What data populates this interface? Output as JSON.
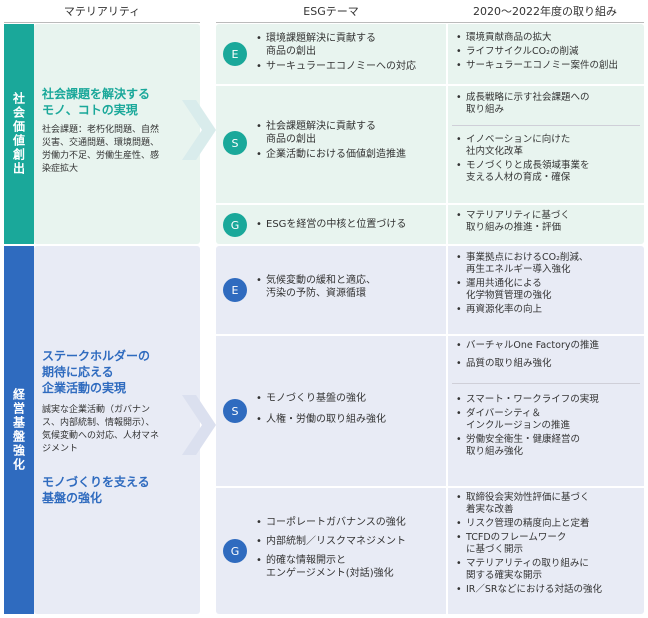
{
  "headers": {
    "materiality": "マテリアリティ",
    "theme": "ESGテーマ",
    "actions": "2020～2022年度の取り組み"
  },
  "colors": {
    "teal": "#1aa89a",
    "blue": "#2f6bbf",
    "panel_green": "#e8f4ef",
    "panel_blue": "#e8ebf5",
    "accent_green": "#1aa89a",
    "accent_blue": "#2f6bbf"
  },
  "sections": [
    {
      "sidebar": "社会価値創出",
      "materiality": {
        "title": "社会課題を解決する\nモノ、コトの実現",
        "body": "社会課題：老朽化問題、自然災害、交通問題、環境問題、労働力不足、労働生産性、感染症拡大"
      },
      "rows": [
        {
          "letter": "E",
          "themes": [
            "環境課題解決に貢献する\n商品の創出",
            "サーキュラーエコノミーへの対応"
          ],
          "action_groups": [
            [
              "環境貢献商品の拡大",
              "ライフサイクルCO₂の削減",
              "サーキュラーエコノミー案件の創出"
            ]
          ]
        },
        {
          "letter": "S",
          "themes": [
            "社会課題解決に貢献する\n商品の創出",
            "企業活動における価値創造推進"
          ],
          "action_groups": [
            [
              "成長戦略に示す社会課題への\n取り組み"
            ],
            [
              "イノベーションに向けた\n社内文化改革",
              "モノづくりと成長領域事業を\n支える人材の育成・確保"
            ]
          ]
        },
        {
          "letter": "G",
          "themes": [
            "ESGを経営の中核と位置づける"
          ],
          "action_groups": [
            [
              "マテリアリティに基づく\n取り組みの推進・評価"
            ]
          ]
        }
      ]
    },
    {
      "sidebar": "経営基盤強化",
      "materiality": {
        "title": "ステークホルダーの\n期待に応える\n企業活動の実現",
        "body": "誠実な企業活動（ガバナンス、内部統制、情報開示）、気候変動への対応、人材マネジメント",
        "title2": "モノづくりを支える\n基盤の強化"
      },
      "rows": [
        {
          "letter": "E",
          "themes": [
            "気候変動の緩和と適応、\n汚染の予防、資源循環"
          ],
          "action_groups": [
            [
              "事業拠点におけるCO₂削減、\n再生エネルギー導入強化",
              "運用共通化による\n化学物質管理の強化",
              "再資源化率の向上"
            ]
          ]
        },
        {
          "letter": "S",
          "themes": [
            "モノづくり基盤の強化",
            "人権・労働の取り組み強化"
          ],
          "action_groups": [
            [
              "バーチャルOne Factoryの推進",
              "品質の取り組み強化"
            ],
            [
              "スマート・ワークライフの実現",
              "ダイバーシティ＆\nインクルージョンの推進",
              "労働安全衛生・健康経営の\n取り組み強化"
            ]
          ]
        },
        {
          "letter": "G",
          "themes": [
            "コーポレートガバナンスの強化",
            "内部統制／リスクマネジメント",
            "的確な情報開示と\nエンゲージメント(対話)強化"
          ],
          "action_groups": [
            [
              "取締役会実効性評価に基づく\n着実な改善",
              "リスク管理の精度向上と定着",
              "TCFDのフレームワーク\nに基づく開示",
              "マテリアリティの取り組みに\n関する確実な開示",
              "IR／SRなどにおける対話の強化"
            ]
          ]
        }
      ]
    }
  ]
}
